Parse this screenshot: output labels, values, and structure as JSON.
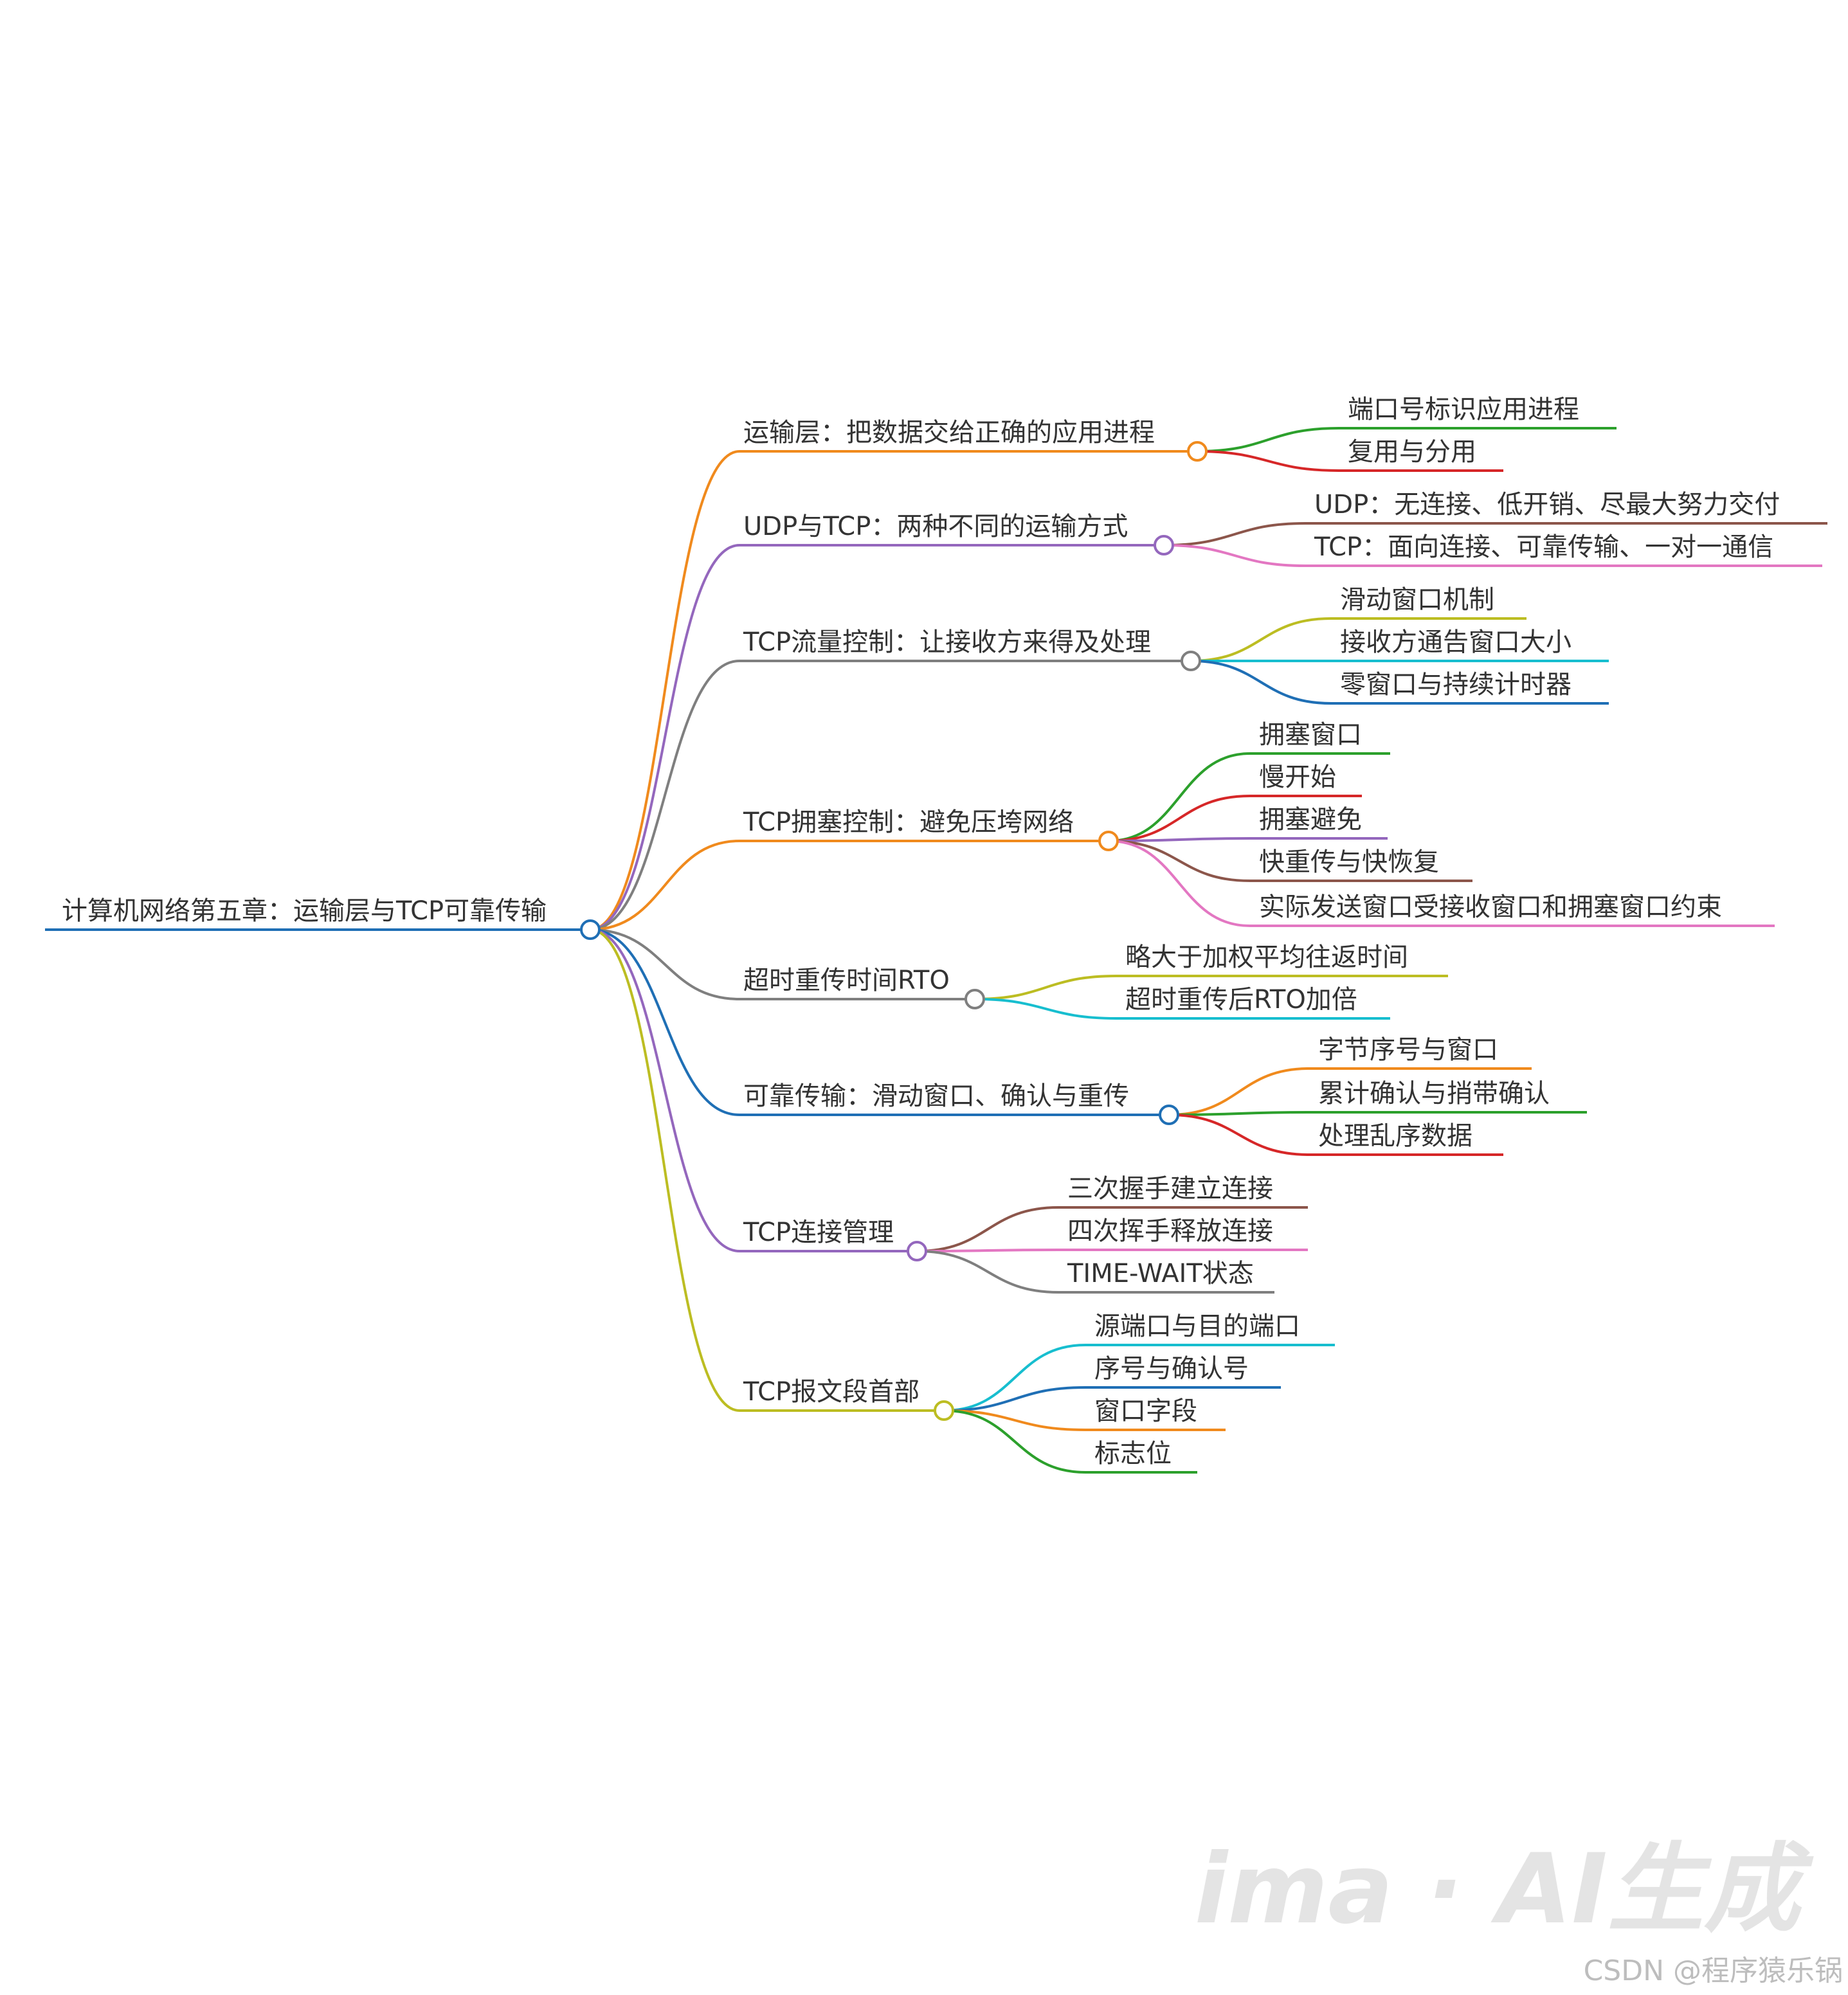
{
  "root": {
    "label": "计算机网络第五章：运输层与TCP可靠传输",
    "color": "#1f6fb5"
  },
  "branches": [
    {
      "label": "运输层：把数据交给正确的应用进程",
      "color": "#f08a1d",
      "children": [
        {
          "label": "端口号标识应用进程",
          "color": "#2ca02c"
        },
        {
          "label": "复用与分用",
          "color": "#d62728"
        }
      ]
    },
    {
      "label": "UDP与TCP：两种不同的运输方式",
      "color": "#9467bd",
      "children": [
        {
          "label": "UDP：无连接、低开销、尽最大努力交付",
          "color": "#8c564b"
        },
        {
          "label": "TCP：面向连接、可靠传输、一对一通信",
          "color": "#e377c2"
        }
      ]
    },
    {
      "label": "TCP流量控制：让接收方来得及处理",
      "color": "#7f7f7f",
      "children": [
        {
          "label": "滑动窗口机制",
          "color": "#bcbd22"
        },
        {
          "label": "接收方通告窗口大小",
          "color": "#17becf"
        },
        {
          "label": "零窗口与持续计时器",
          "color": "#1f6fb5"
        }
      ]
    },
    {
      "label": "TCP拥塞控制：避免压垮网络",
      "color": "#f08a1d",
      "children": [
        {
          "label": "拥塞窗口",
          "color": "#2ca02c"
        },
        {
          "label": "慢开始",
          "color": "#d62728"
        },
        {
          "label": "拥塞避免",
          "color": "#9467bd"
        },
        {
          "label": "快重传与快恢复",
          "color": "#8c564b"
        },
        {
          "label": "实际发送窗口受接收窗口和拥塞窗口约束",
          "color": "#e377c2"
        }
      ]
    },
    {
      "label": "超时重传时间RTO",
      "color": "#7f7f7f",
      "children": [
        {
          "label": "略大于加权平均往返时间",
          "color": "#bcbd22"
        },
        {
          "label": "超时重传后RTO加倍",
          "color": "#17becf"
        }
      ]
    },
    {
      "label": "可靠传输：滑动窗口、确认与重传",
      "color": "#1f6fb5",
      "children": [
        {
          "label": "字节序号与窗口",
          "color": "#f08a1d"
        },
        {
          "label": "累计确认与捎带确认",
          "color": "#2ca02c"
        },
        {
          "label": "处理乱序数据",
          "color": "#d62728"
        }
      ]
    },
    {
      "label": "TCP连接管理",
      "color": "#9467bd",
      "children": [
        {
          "label": "三次握手建立连接",
          "color": "#8c564b"
        },
        {
          "label": "四次挥手释放连接",
          "color": "#e377c2"
        },
        {
          "label": "TIME-WAIT状态",
          "color": "#7f7f7f"
        }
      ]
    },
    {
      "label": "TCP报文段首部",
      "color": "#bcbd22",
      "children": [
        {
          "label": "源端口与目的端口",
          "color": "#17becf"
        },
        {
          "label": "序号与确认号",
          "color": "#1f6fb5"
        },
        {
          "label": "窗口字段",
          "color": "#f08a1d"
        },
        {
          "label": "标志位",
          "color": "#2ca02c"
        }
      ]
    }
  ],
  "watermark": {
    "text": "ima · AI生成",
    "credit": "CSDN @程序猿乐锅"
  }
}
